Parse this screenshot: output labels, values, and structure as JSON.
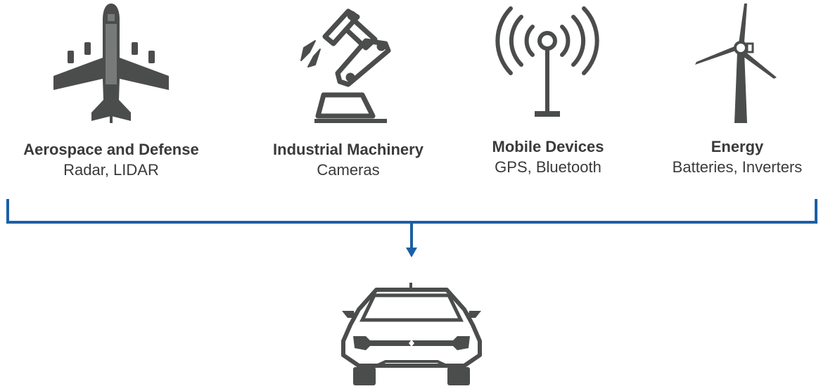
{
  "colors": {
    "icon": "#4b4d4c",
    "connector": "#1b5fa5"
  },
  "sources": [
    {
      "title": "Aerospace and Defense",
      "subtitle": "Radar, LIDAR",
      "icon": "airplane-icon"
    },
    {
      "title": "Industrial Machinery",
      "subtitle": "Cameras",
      "icon": "robot-arm-icon"
    },
    {
      "title": "Mobile Devices",
      "subtitle": "GPS, Bluetooth",
      "icon": "antenna-icon"
    },
    {
      "title": "Energy",
      "subtitle": "Batteries, Inverters",
      "icon": "wind-turbine-icon"
    }
  ],
  "target": {
    "icon": "car-icon"
  }
}
